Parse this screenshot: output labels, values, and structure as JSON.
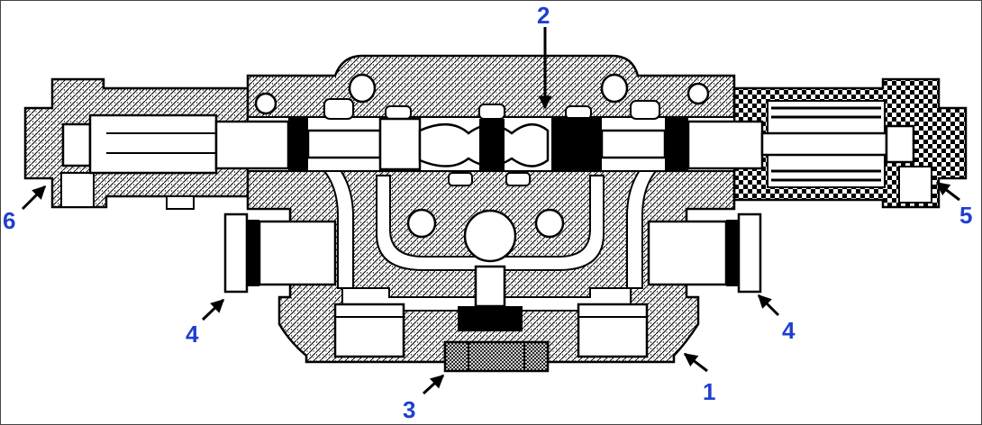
{
  "diagram": {
    "colors": {
      "callout": "#1f3fd0",
      "ink": "#000000",
      "paper": "#ffffff",
      "frame": "#444444"
    },
    "callouts": {
      "c1": "1",
      "c2": "2",
      "c3": "3",
      "c4_left": "4",
      "c4_right": "4",
      "c5": "5",
      "c6": "6"
    }
  }
}
